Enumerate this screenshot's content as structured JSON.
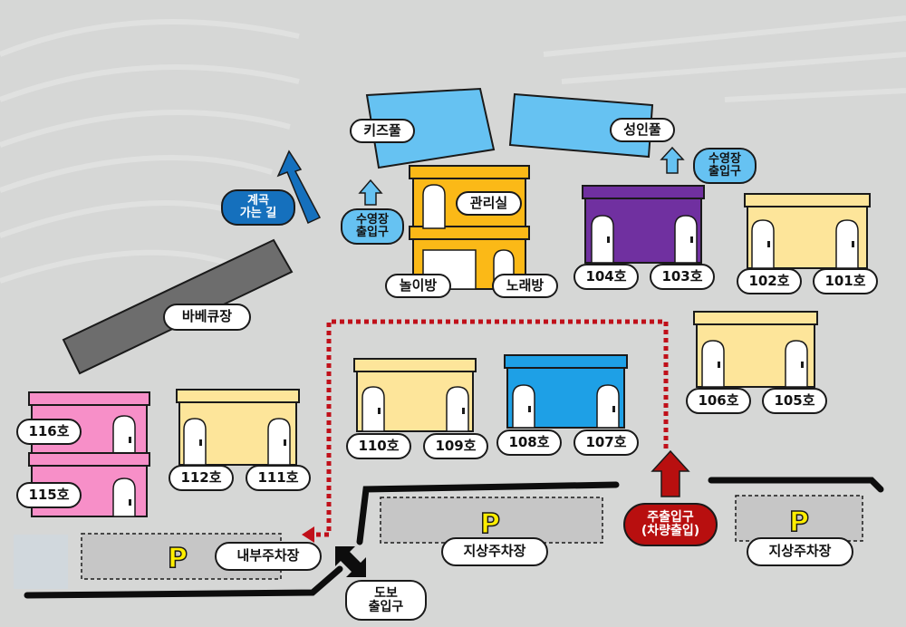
{
  "map": {
    "title": "Pension site map",
    "colors": {
      "background": "#d6d7d6",
      "pool": "#66c2f2",
      "office": "#fbb917",
      "purple": "#7030a0",
      "cream": "#fde59a",
      "pink": "#f78fc8",
      "blue": "#1ea0e6",
      "bbq": "#6d6d6d",
      "parking": "#c6c6c6",
      "parking_p": "#ffee00",
      "route": "#c0101a",
      "road": "#0d0d0d"
    },
    "pools": [
      {
        "id": "kids-pool",
        "label": "키즈풀"
      },
      {
        "id": "adult-pool",
        "label": "성인풀"
      }
    ],
    "pool_entrances": [
      {
        "label": "수영장\n출입구"
      },
      {
        "label": "수영장\n출입구"
      }
    ],
    "valley_path": {
      "label": "계곡\n가는 길"
    },
    "office": {
      "label": "관리실",
      "rooms": [
        "놀이방",
        "노래방"
      ]
    },
    "bbq": {
      "label": "바베큐장"
    },
    "rooms": [
      "104호",
      "103호",
      "102호",
      "101호",
      "106호",
      "105호",
      "110호",
      "109호",
      "108호",
      "107호",
      "112호",
      "111호",
      "116호",
      "115호"
    ],
    "parking": [
      {
        "label": "내부주차장",
        "symbol": "P"
      },
      {
        "label": "지상주차장",
        "symbol": "P"
      },
      {
        "label": "지상주차장",
        "symbol": "P"
      }
    ],
    "main_entrance": {
      "label": "주출입구\n(차량출입)"
    },
    "walk_entrance": {
      "label": "도보\n출입구"
    }
  }
}
